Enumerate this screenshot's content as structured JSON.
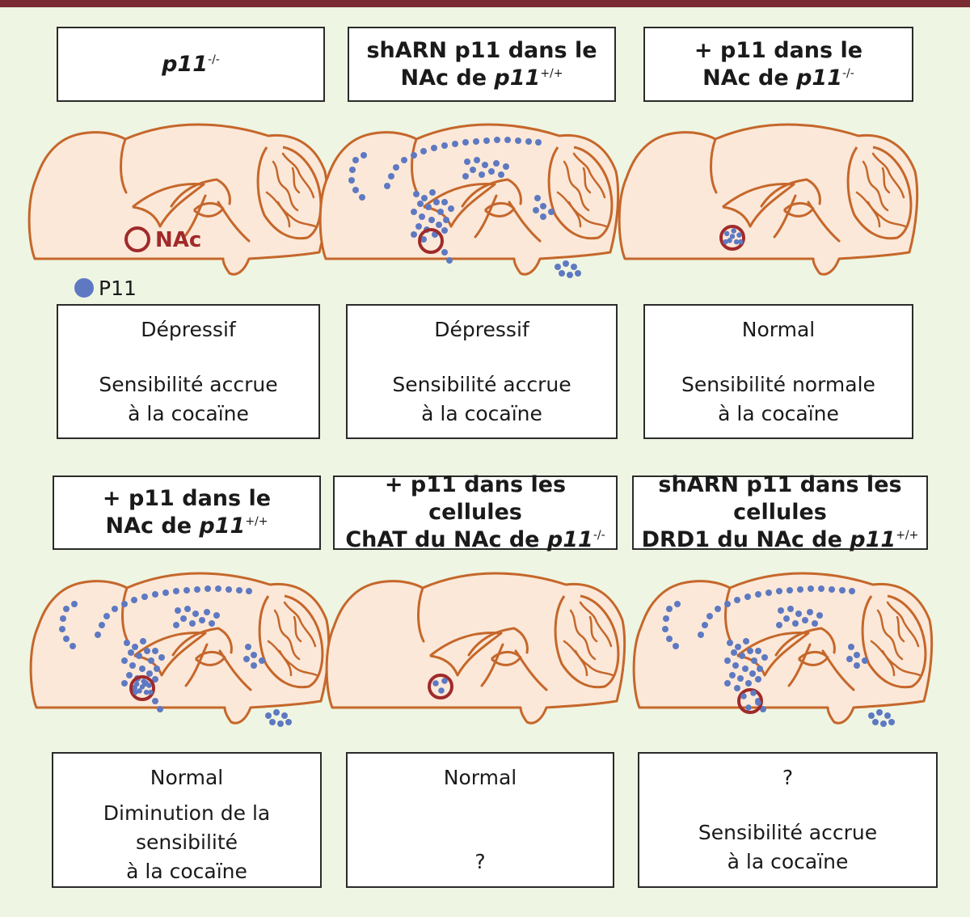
{
  "colors": {
    "background": "#eef5e2",
    "brain_fill": "#fbe8d8",
    "brain_outline": "#c5672b",
    "nac_circle": "#a02a2a",
    "p11_dot": "#5e79c2",
    "top_bar": "#7a2b33"
  },
  "nac_label": "NAc",
  "legend": {
    "label": "P11"
  },
  "panels": [
    {
      "head": {
        "line1_pre": "",
        "line1_italic": "p11",
        "line1_sup": "-/-",
        "line2_pre": "",
        "line2_italic": "",
        "line2_sup": ""
      },
      "result": {
        "line1": "Dépressif",
        "line2": "Sensibilité accrue",
        "line3": "à la cocaïne"
      },
      "dots": "none",
      "nac_dots": "none"
    },
    {
      "head": {
        "line1_pre": "shARN p11 dans le",
        "line1_italic": "",
        "line1_sup": "",
        "line2_pre": "NAc de ",
        "line2_italic": "p11",
        "line2_sup": "+/+"
      },
      "result": {
        "line1": "Dépressif",
        "line2": "Sensibilité accrue",
        "line3": "à la cocaïne"
      },
      "dots": "full",
      "nac_dots": "none"
    },
    {
      "head": {
        "line1_pre": "+ p11 dans le",
        "line1_italic": "",
        "line1_sup": "",
        "line2_pre": "NAc de ",
        "line2_italic": "p11",
        "line2_sup": "-/-"
      },
      "result": {
        "line1": "Normal",
        "line2": "Sensibilité normale",
        "line3": "à la cocaïne"
      },
      "dots": "none",
      "nac_dots": "full"
    },
    {
      "head": {
        "line1_pre": "+ p11 dans le",
        "line1_italic": "",
        "line1_sup": "",
        "line2_pre": "NAc de ",
        "line2_italic": "p11",
        "line2_sup": "+/+"
      },
      "result": {
        "line1": "Normal",
        "line2": "Diminution de la sensibilité",
        "line3": "à la cocaïne"
      },
      "dots": "full",
      "nac_dots": "full"
    },
    {
      "head": {
        "line1_pre": "+ p11 dans les cellules",
        "line1_italic": "",
        "line1_sup": "",
        "line2_pre": "ChAT du NAc de ",
        "line2_italic": "p11",
        "line2_sup": "-/-"
      },
      "result": {
        "line1": "Normal",
        "line2": "",
        "line3": "?"
      },
      "dots": "none",
      "nac_dots": "few"
    },
    {
      "head": {
        "line1_pre": "shARN p11 dans les cellules",
        "line1_italic": "",
        "line1_sup": "",
        "line2_pre": "DRD1 du NAc de ",
        "line2_italic": "p11",
        "line2_sup": "+/+"
      },
      "result": {
        "line1": "?",
        "line2": "Sensibilité accrue",
        "line3": "à la cocaïne"
      },
      "dots": "full",
      "nac_dots": "partial"
    }
  ]
}
